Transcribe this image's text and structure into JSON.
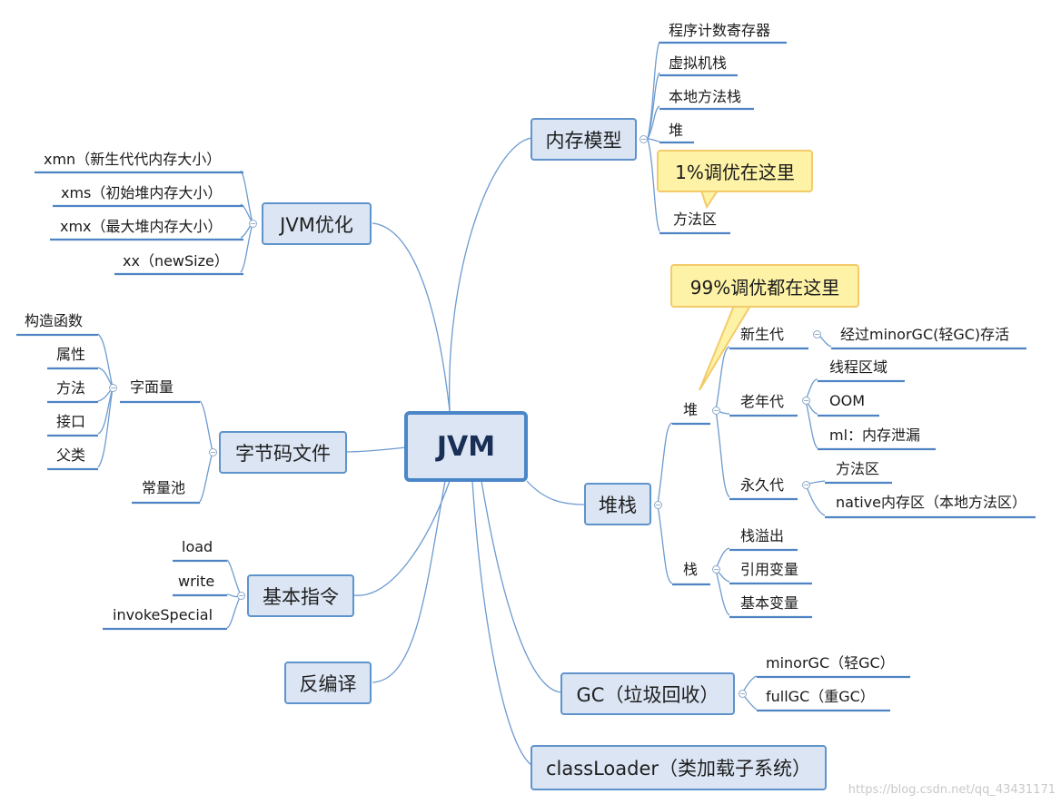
{
  "root": {
    "label": "JVM"
  },
  "memory_model": {
    "label": "内存模型",
    "items": [
      "程序计数寄存器",
      "虚拟机栈",
      "本地方法栈",
      "堆",
      "方法区"
    ],
    "callout": "1%调优在这里"
  },
  "jvm_opt": {
    "label": "JVM优化",
    "items": [
      "xmn（新生代代内存大小）",
      "xms（初始堆内存大小）",
      "xmx（最大堆内存大小）",
      "xx（newSize）"
    ]
  },
  "bytecode": {
    "label": "字节码文件",
    "literal": {
      "label": "字面量",
      "items": [
        "构造函数",
        "属性",
        "方法",
        "接口",
        "父类"
      ]
    },
    "const_pool": "常量池"
  },
  "instructions": {
    "label": "基本指令",
    "items": [
      "load",
      "write",
      "invokeSpecial"
    ]
  },
  "decompile": {
    "label": "反编译"
  },
  "heap_stack": {
    "label": "堆栈",
    "callout": "99%调优都在这里",
    "heap": {
      "label": "堆",
      "young": {
        "label": "新生代",
        "items": [
          "经过minorGC(轻GC)存活"
        ]
      },
      "old": {
        "label": "老年代",
        "items": [
          "线程区域",
          "OOM",
          "ml：内存泄漏"
        ]
      },
      "perm": {
        "label": "永久代",
        "items": [
          "方法区",
          "native内存区（本地方法区）"
        ]
      }
    },
    "stack": {
      "label": "栈",
      "items": [
        "栈溢出",
        "引用变量",
        "基本变量"
      ]
    }
  },
  "gc": {
    "label": "GC（垃圾回收）",
    "items": [
      "minorGC（轻GC）",
      "fullGC（重GC）"
    ]
  },
  "classloader": {
    "label": "classLoader（类加载子系统）"
  },
  "colors": {
    "line": "#6d9bd0",
    "underline": "#4f84c4",
    "node_fill": "#dbe5f4",
    "node_border": "#5f93cc",
    "callout_fill": "#fdf2a6",
    "callout_border": "#f3cb6a"
  },
  "watermark": "https://blog.csdn.net/qq_43431171"
}
